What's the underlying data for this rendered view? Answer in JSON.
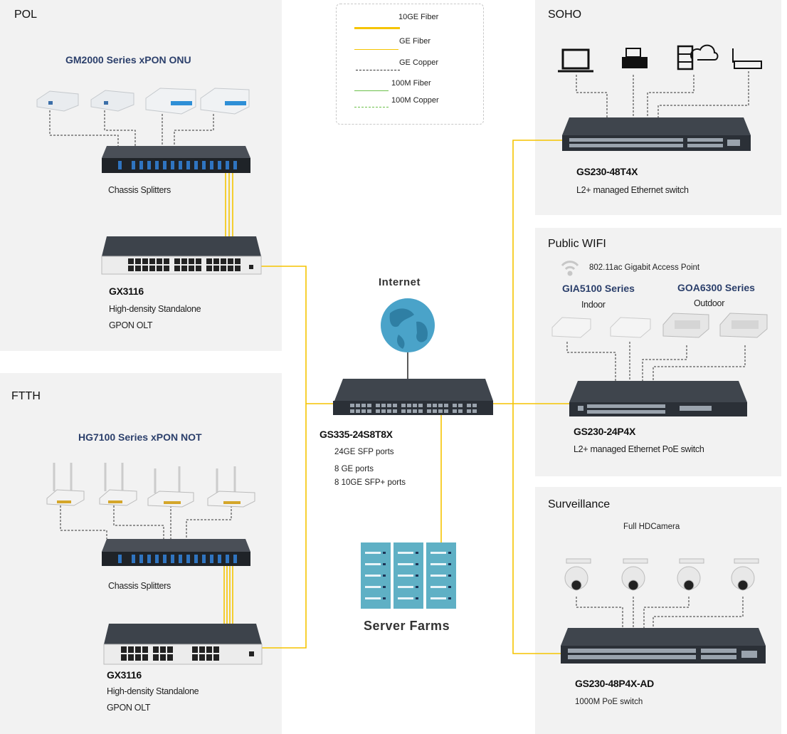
{
  "legend": {
    "items": [
      {
        "label": "10GE Fiber",
        "color": "#f5c400",
        "style": "thick"
      },
      {
        "label": "GE Fiber",
        "color": "#f5c400",
        "style": "thin"
      },
      {
        "label": "GE  Copper",
        "color": "#333333",
        "style": "dashed"
      },
      {
        "label": "100M Fiber",
        "color": "#6cc04a",
        "style": "thin"
      },
      {
        "label": "100M Copper",
        "color": "#6cc04a",
        "style": "dashed"
      }
    ]
  },
  "pol": {
    "section_title": "POL",
    "series": "GM2000 Series xPON ONU",
    "splitter_label": "Chassis  Splitters",
    "olt_model": "GX3116",
    "olt_desc_1": "High-density Standalone",
    "olt_desc_2": "GPON OLT"
  },
  "ftth": {
    "section_title": "FTTH",
    "series": "HG7100 Series xPON NOT",
    "splitter_label": "Chassis  Splitters",
    "olt_model": "GX3116",
    "olt_desc_1": "High-density Standalone",
    "olt_desc_2": "GPON OLT"
  },
  "core": {
    "internet_label": "Internet",
    "switch_model": "GS335-24S8T8X",
    "ports_1": "24GE SFP ports",
    "ports_2": "8 GE ports",
    "ports_3": "8 10GE SFP+ ports",
    "server_label": "Server Farms"
  },
  "soho": {
    "section_title": "SOHO",
    "switch_model": "GS230-48T4X",
    "switch_desc": "L2+ managed Ethernet switch"
  },
  "wifi": {
    "section_title": "Public WIFI",
    "ap_label": "802.11ac Gigabit  Access Point",
    "indoor_series": "GIA5100 Series",
    "outdoor_series": "GOA6300 Series",
    "indoor_label": "Indoor",
    "outdoor_label": "Outdoor",
    "switch_model": "GS230-24P4X",
    "switch_desc": "L2+ managed Ethernet PoE switch"
  },
  "surveillance": {
    "section_title": "Surveillance",
    "camera_label": "Full HDCamera",
    "switch_model": "GS230-48P4X-AD",
    "switch_desc": "1000M PoE switch"
  }
}
